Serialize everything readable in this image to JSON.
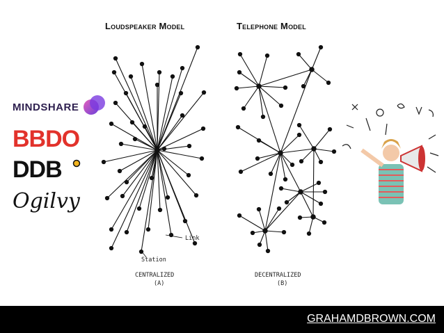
{
  "titles": {
    "left": "Loudspeaker Model",
    "right": "Telephone Model"
  },
  "diagram_labels": {
    "link": "Link",
    "station": "Station",
    "centralized": "CENTRALIZED",
    "centralized_sub": "(A)",
    "decentralized": "DECENTRALIZED",
    "decentralized_sub": "(B)"
  },
  "logos": {
    "mindshare": "MINDSHARE",
    "bbdo": "BBDO",
    "ddb": "DDB",
    "ogilvy": "Ogilvy"
  },
  "footer": {
    "link_text": "GRAHAMDBROWN.COM"
  },
  "colors": {
    "bbdo": "#e2322b",
    "mindshare": "#2f2150",
    "footer_bg": "#000000"
  }
}
